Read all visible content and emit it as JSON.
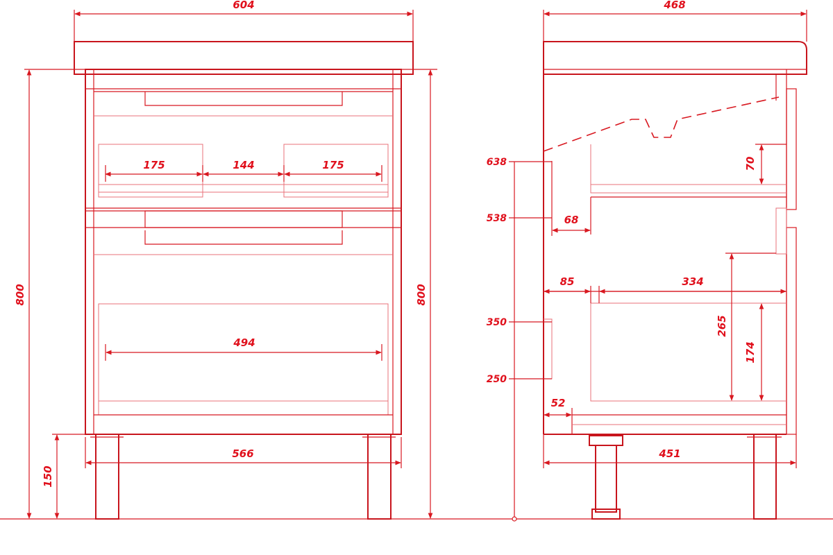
{
  "front_view": {
    "overall_width": "604",
    "overall_height_left": "800",
    "overall_height_right": "800",
    "leg_height": "150",
    "inner_width": "566",
    "drawer_top_left": "175",
    "drawer_top_middle": "144",
    "drawer_top_right": "175",
    "drawer_bottom_width": "494"
  },
  "side_view": {
    "overall_depth": "468",
    "base_depth": "451",
    "axis_638": "638",
    "axis_538": "538",
    "axis_350": "350",
    "axis_250": "250",
    "recess_68": "68",
    "offset_85": "85",
    "drawer_depth_334": "334",
    "height_70": "70",
    "height_265": "265",
    "height_174": "174",
    "offset_52": "52"
  },
  "colors": {
    "line": "#d81820",
    "text": "#e0101c"
  }
}
